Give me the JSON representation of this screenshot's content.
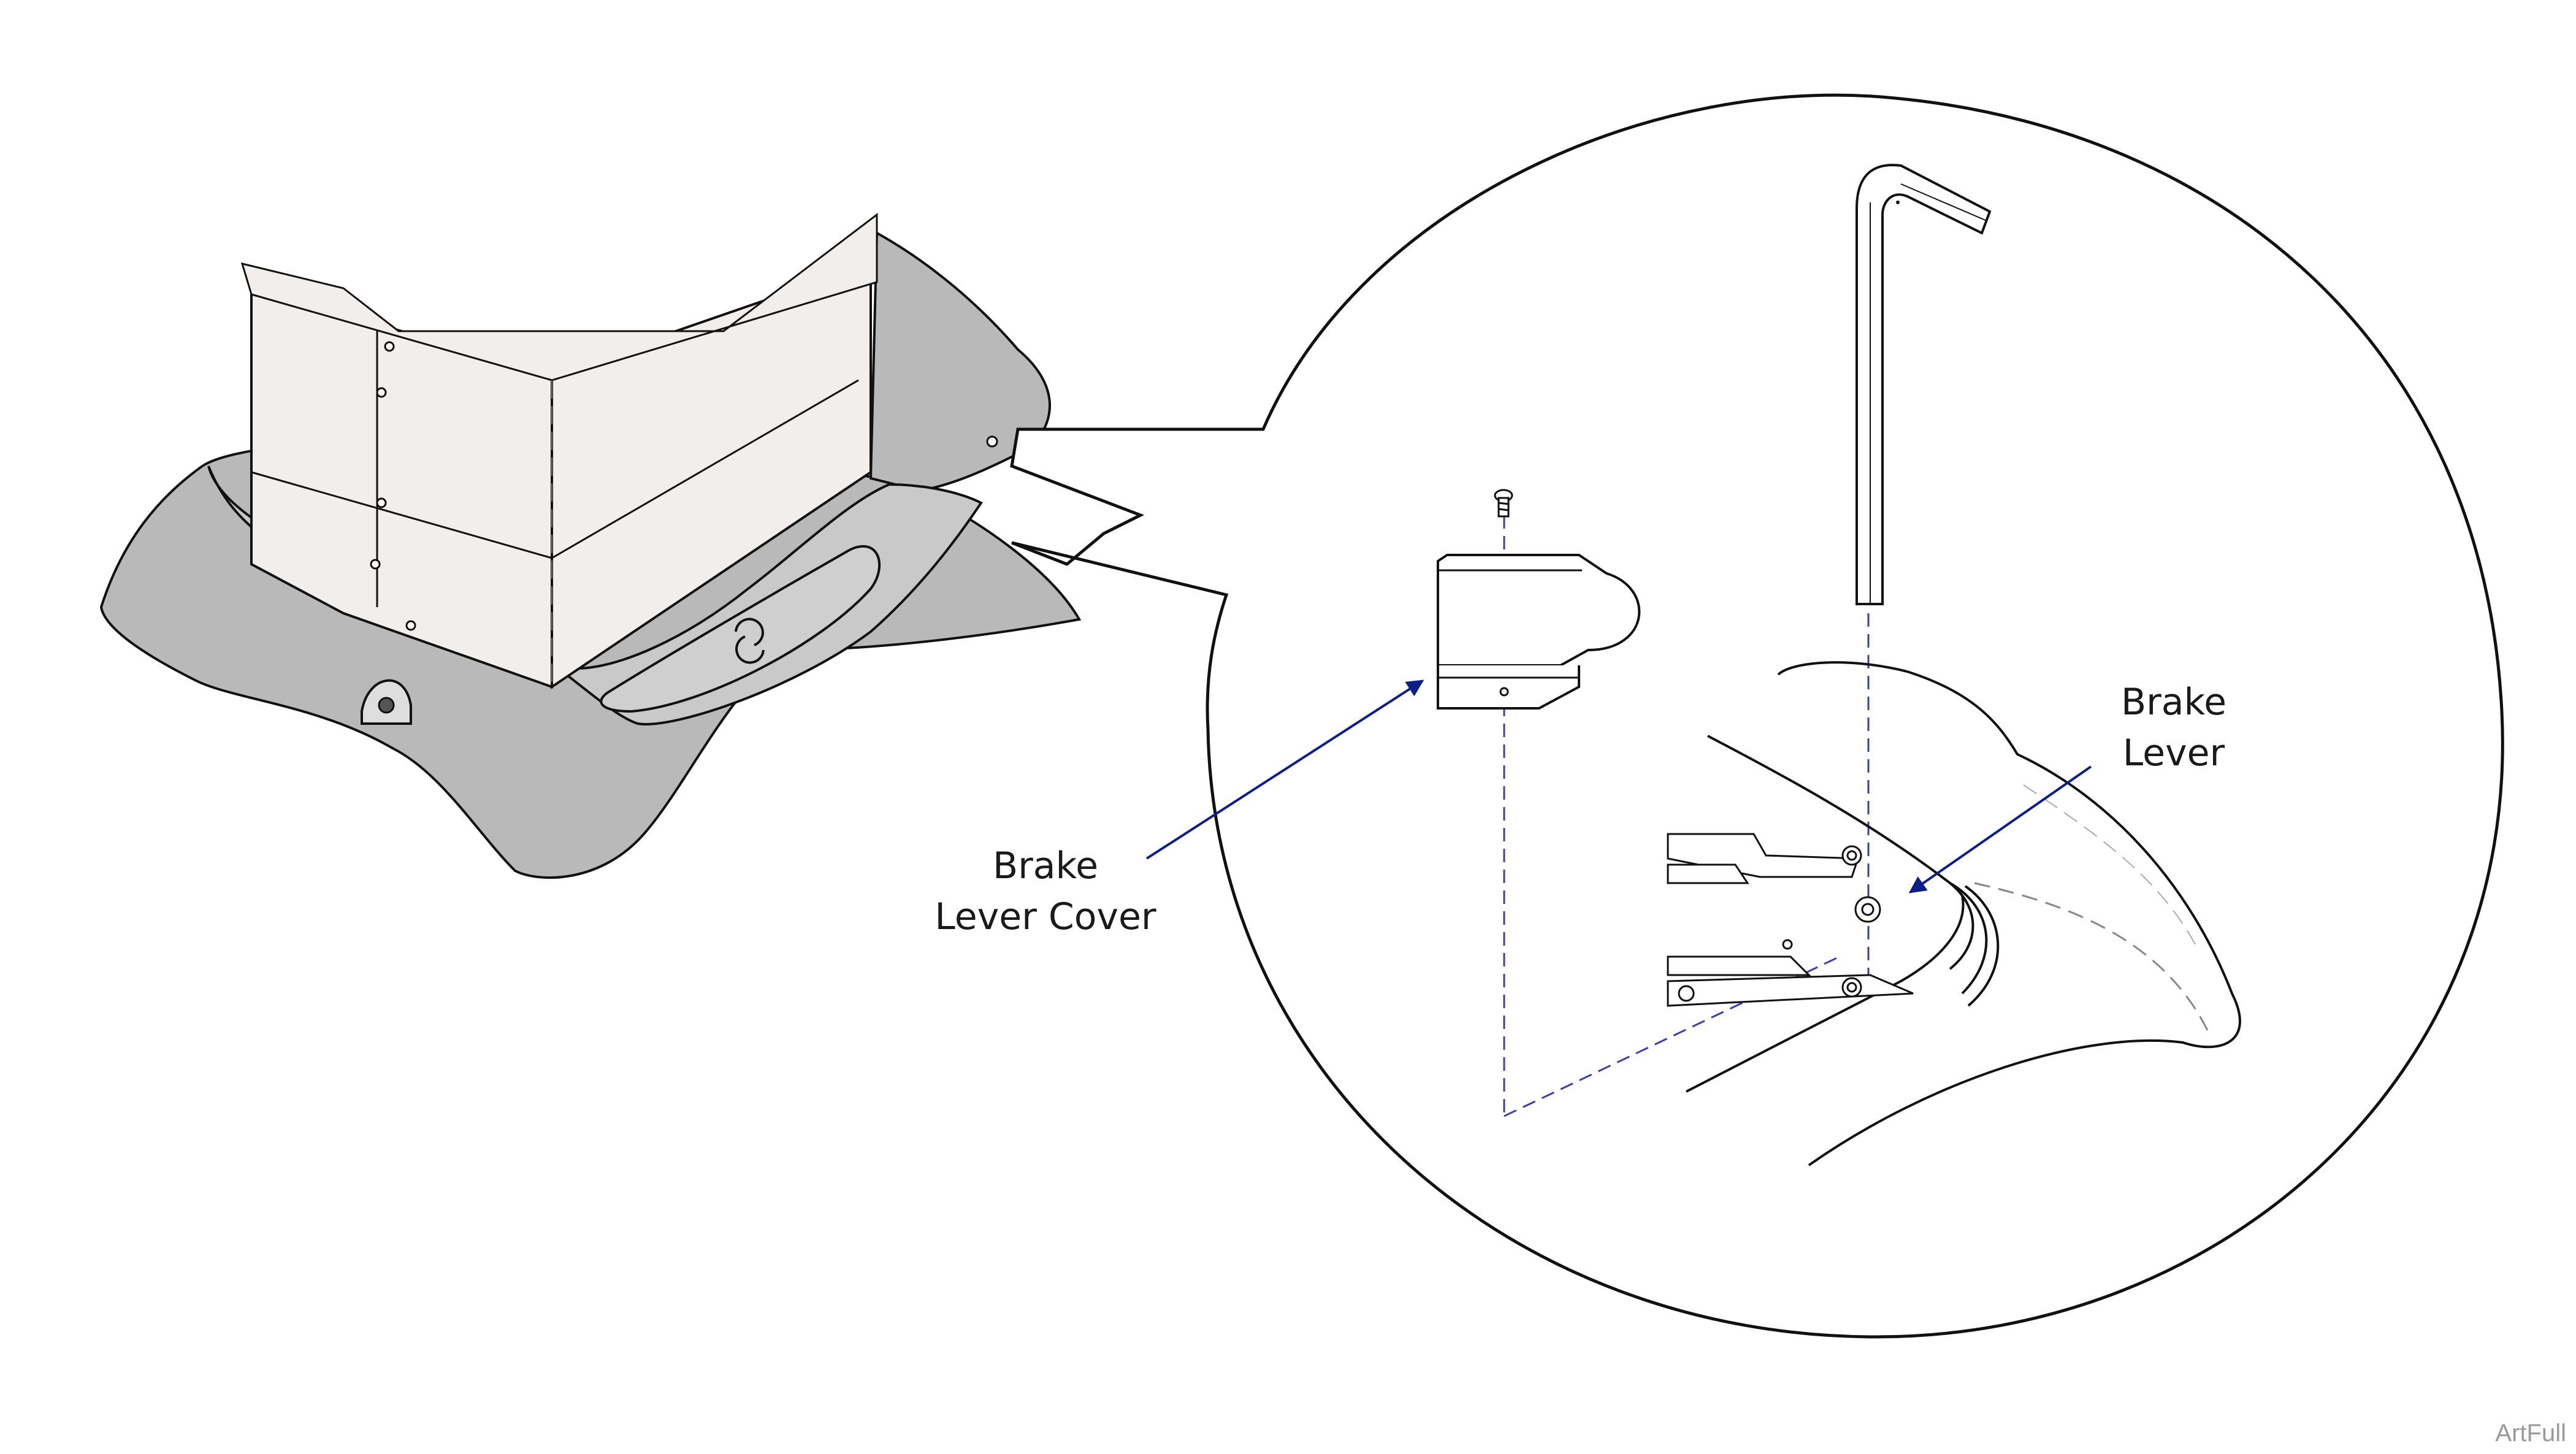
{
  "labels": {
    "brake_lever_cover": {
      "line1": "Brake",
      "line2": "Lever Cover"
    },
    "brake_lever": {
      "line1": "Brake",
      "line2": "Lever"
    }
  },
  "watermark": "ArtFull",
  "colors": {
    "outline": "#111111",
    "base_shadow": "#b9b9b9",
    "column_fill": "#f1eeeb",
    "leader_arrow": "#0b1e8a",
    "dash_line": "#3a3fb0",
    "background": "#ffffff"
  },
  "icons": [
    "hex-key-icon",
    "screw-icon",
    "rotate-arrows-icon"
  ]
}
